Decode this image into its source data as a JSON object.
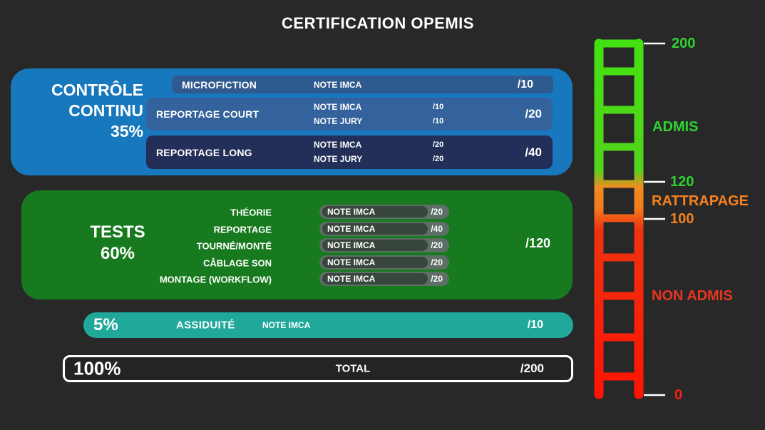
{
  "title": "CERTIFICATION OPEMIS",
  "controle_continu": {
    "heading_lines": [
      "CONTRÔLE",
      "CONTINU"
    ],
    "percent": "35%",
    "rows": [
      {
        "name": "MICROFICTION",
        "note_label": "NOTE IMCA",
        "total": "/10"
      },
      {
        "name": "REPORTAGE COURT",
        "entries": [
          {
            "label": "NOTE IMCA",
            "value": "/10"
          },
          {
            "label": "NOTE JURY",
            "value": "/10"
          }
        ],
        "total": "/20"
      },
      {
        "name": "REPORTAGE LONG",
        "entries": [
          {
            "label": "NOTE IMCA",
            "value": "/20"
          },
          {
            "label": "NOTE JURY",
            "value": "/20"
          }
        ],
        "total": "/40"
      }
    ]
  },
  "tests": {
    "heading": "TESTS",
    "percent": "60%",
    "rows": [
      {
        "name": "THÉORIE",
        "note_label": "NOTE IMCA",
        "value": "/20"
      },
      {
        "name": "REPORTAGE",
        "note_label": "NOTE IMCA",
        "value": "/40"
      },
      {
        "name": "TOURNÉ/MONTÉ",
        "note_label": "NOTE IMCA",
        "value": "/20"
      },
      {
        "name": "CÂBLAGE SON",
        "note_label": "NOTE IMCA",
        "value": "/20"
      },
      {
        "name": "MONTAGE (WORKFLOW)",
        "note_label": "NOTE IMCA",
        "value": "/20"
      }
    ],
    "total": "/120"
  },
  "assiduite": {
    "percent": "5%",
    "name": "ASSIDUITÉ",
    "note_label": "NOTE IMCA",
    "total": "/10"
  },
  "grand_total": {
    "percent": "100%",
    "label": "TOTAL",
    "value": "/200"
  },
  "scale": {
    "max": "200",
    "admis": "ADMIS",
    "threshold_admis": "120",
    "rattrapage": "RATTRAPAGE",
    "threshold_rattrapage": "100",
    "non_admis": "NON ADMIS",
    "min": "0"
  },
  "colors": {
    "background": "#282828",
    "controle_box": "#1878be",
    "controle_row": "#33629c",
    "controle_row_dark": "#232f58",
    "tests_box": "#177a1e",
    "assiduite_row": "#20a89a",
    "admis_green": "#2fd32f",
    "rattrapage_orange": "#f5821f",
    "non_admis_red": "#e93520"
  }
}
